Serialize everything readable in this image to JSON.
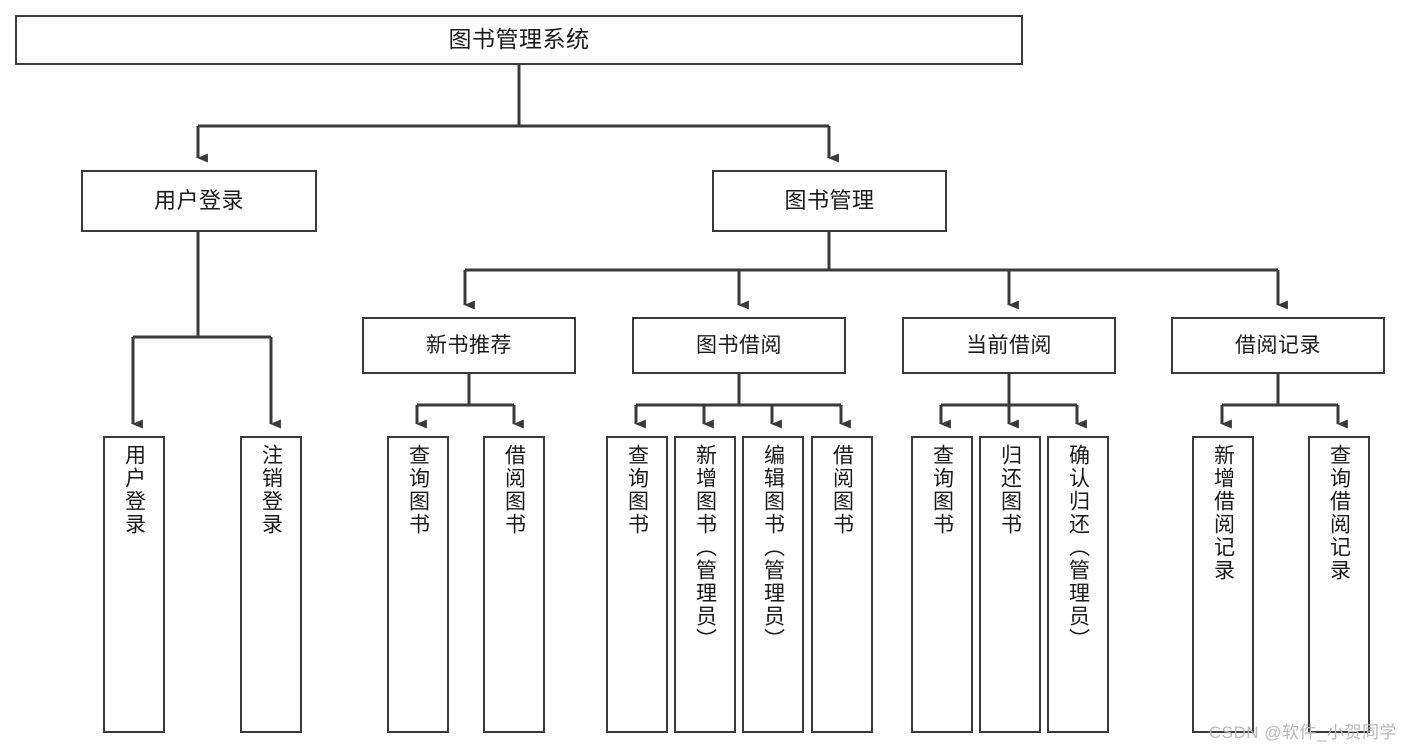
{
  "diagram": {
    "title": "图书管理系统",
    "type": "tree-hierarchy-chart",
    "watermark": "CSDN @软件_小贺同学",
    "colors": {
      "background": "#ffffff",
      "box_border": "#3a3a3a",
      "box_fill": "#ffffff",
      "connector": "#3a3a3a",
      "text": "#1a1a1a",
      "watermark": "#b9b9b9"
    },
    "root": {
      "label": "图书管理系统"
    },
    "level2": [
      {
        "label": "用户登录"
      },
      {
        "label": "图书管理"
      }
    ],
    "level3": [
      {
        "label": "新书推荐"
      },
      {
        "label": "图书借阅"
      },
      {
        "label": "当前借阅"
      },
      {
        "label": "借阅记录"
      }
    ],
    "leaves": {
      "user_login": [
        {
          "label": "用户登录"
        },
        {
          "label": "注销登录"
        }
      ],
      "new_book_recommend": [
        {
          "label": "查询图书"
        },
        {
          "label": "借阅图书"
        }
      ],
      "book_borrow": [
        {
          "label": "查询图书"
        },
        {
          "label": "新增图书（管理员）"
        },
        {
          "label": "编辑图书（管理员）"
        },
        {
          "label": "借阅图书"
        }
      ],
      "current_borrow": [
        {
          "label": "查询图书"
        },
        {
          "label": "归还图书"
        },
        {
          "label": "确认归还（管理员）"
        }
      ],
      "borrow_record": [
        {
          "label": "新增借阅记录"
        },
        {
          "label": "查询借阅记录"
        }
      ]
    }
  }
}
